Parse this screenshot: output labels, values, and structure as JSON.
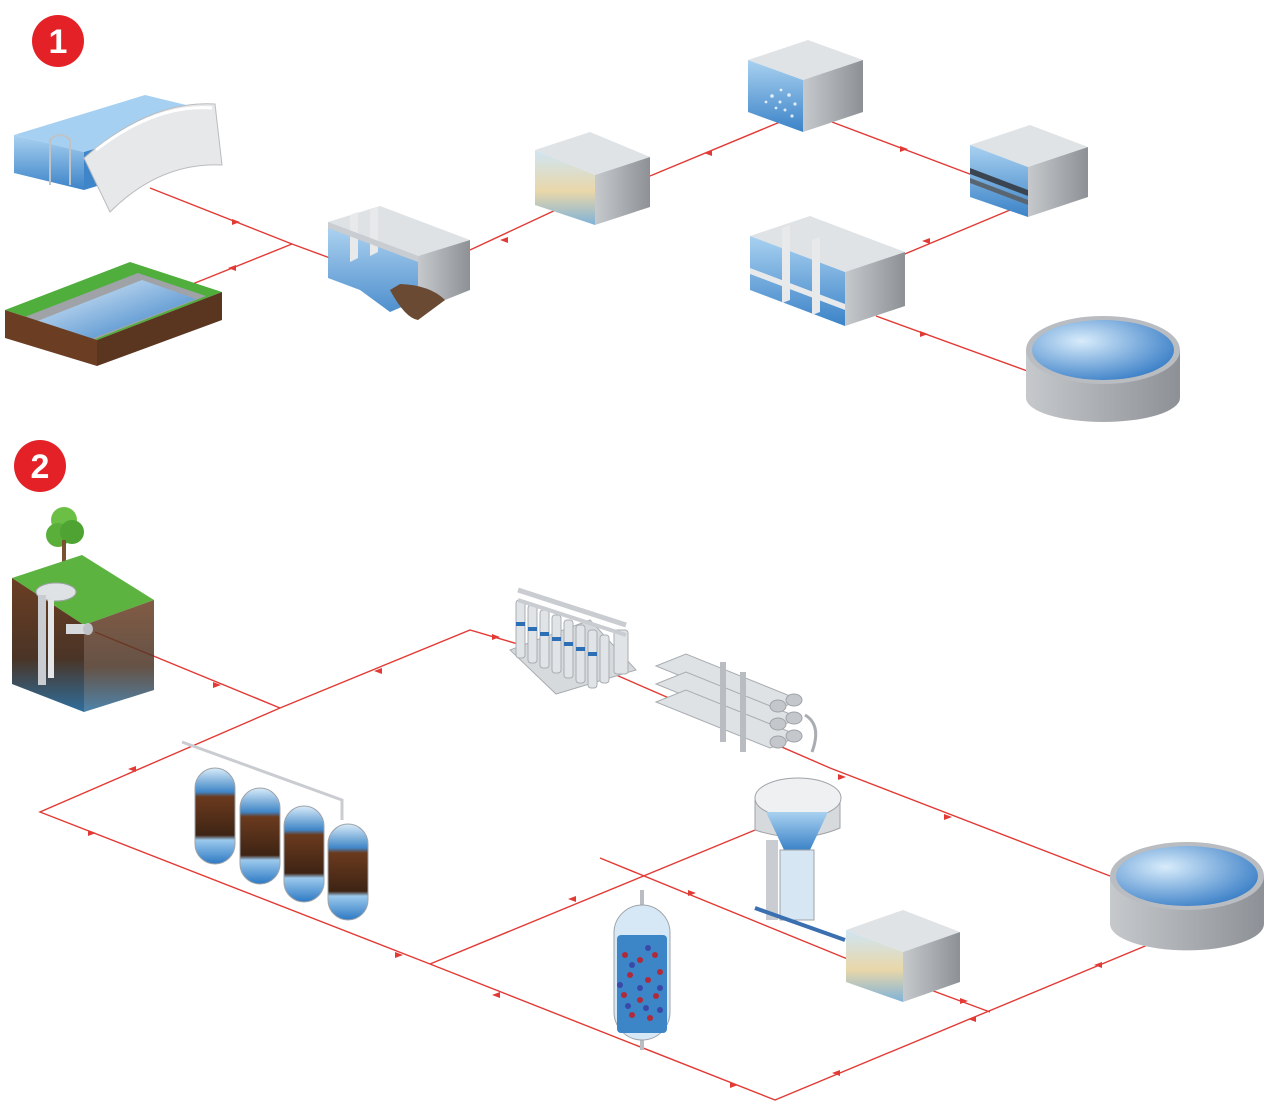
{
  "diagram": {
    "sections": [
      {
        "label": "1"
      },
      {
        "label": "2"
      }
    ],
    "colors": {
      "flow_line": "#e23a35",
      "badge": "#e42127",
      "water_light": "#cfe6f7",
      "water_dark": "#2d79c4",
      "wall": "#9fa3a8",
      "wall_light": "#d9dcdf",
      "soil": "#6b3e23",
      "grass": "#4fae3c"
    },
    "section1_components": [
      "intake-dam",
      "river-channel",
      "sedimentation-basin",
      "filter-tank",
      "aeration-tank",
      "layered-filter-tank",
      "multi-chamber-tank",
      "storage-reservoir"
    ],
    "section2_components": [
      "groundwater-well",
      "membrane-rack",
      "pipe-bundle",
      "pressure-filter-vessels",
      "ion-exchange-column",
      "clarifier-tower",
      "filter-tank",
      "storage-reservoir"
    ]
  }
}
